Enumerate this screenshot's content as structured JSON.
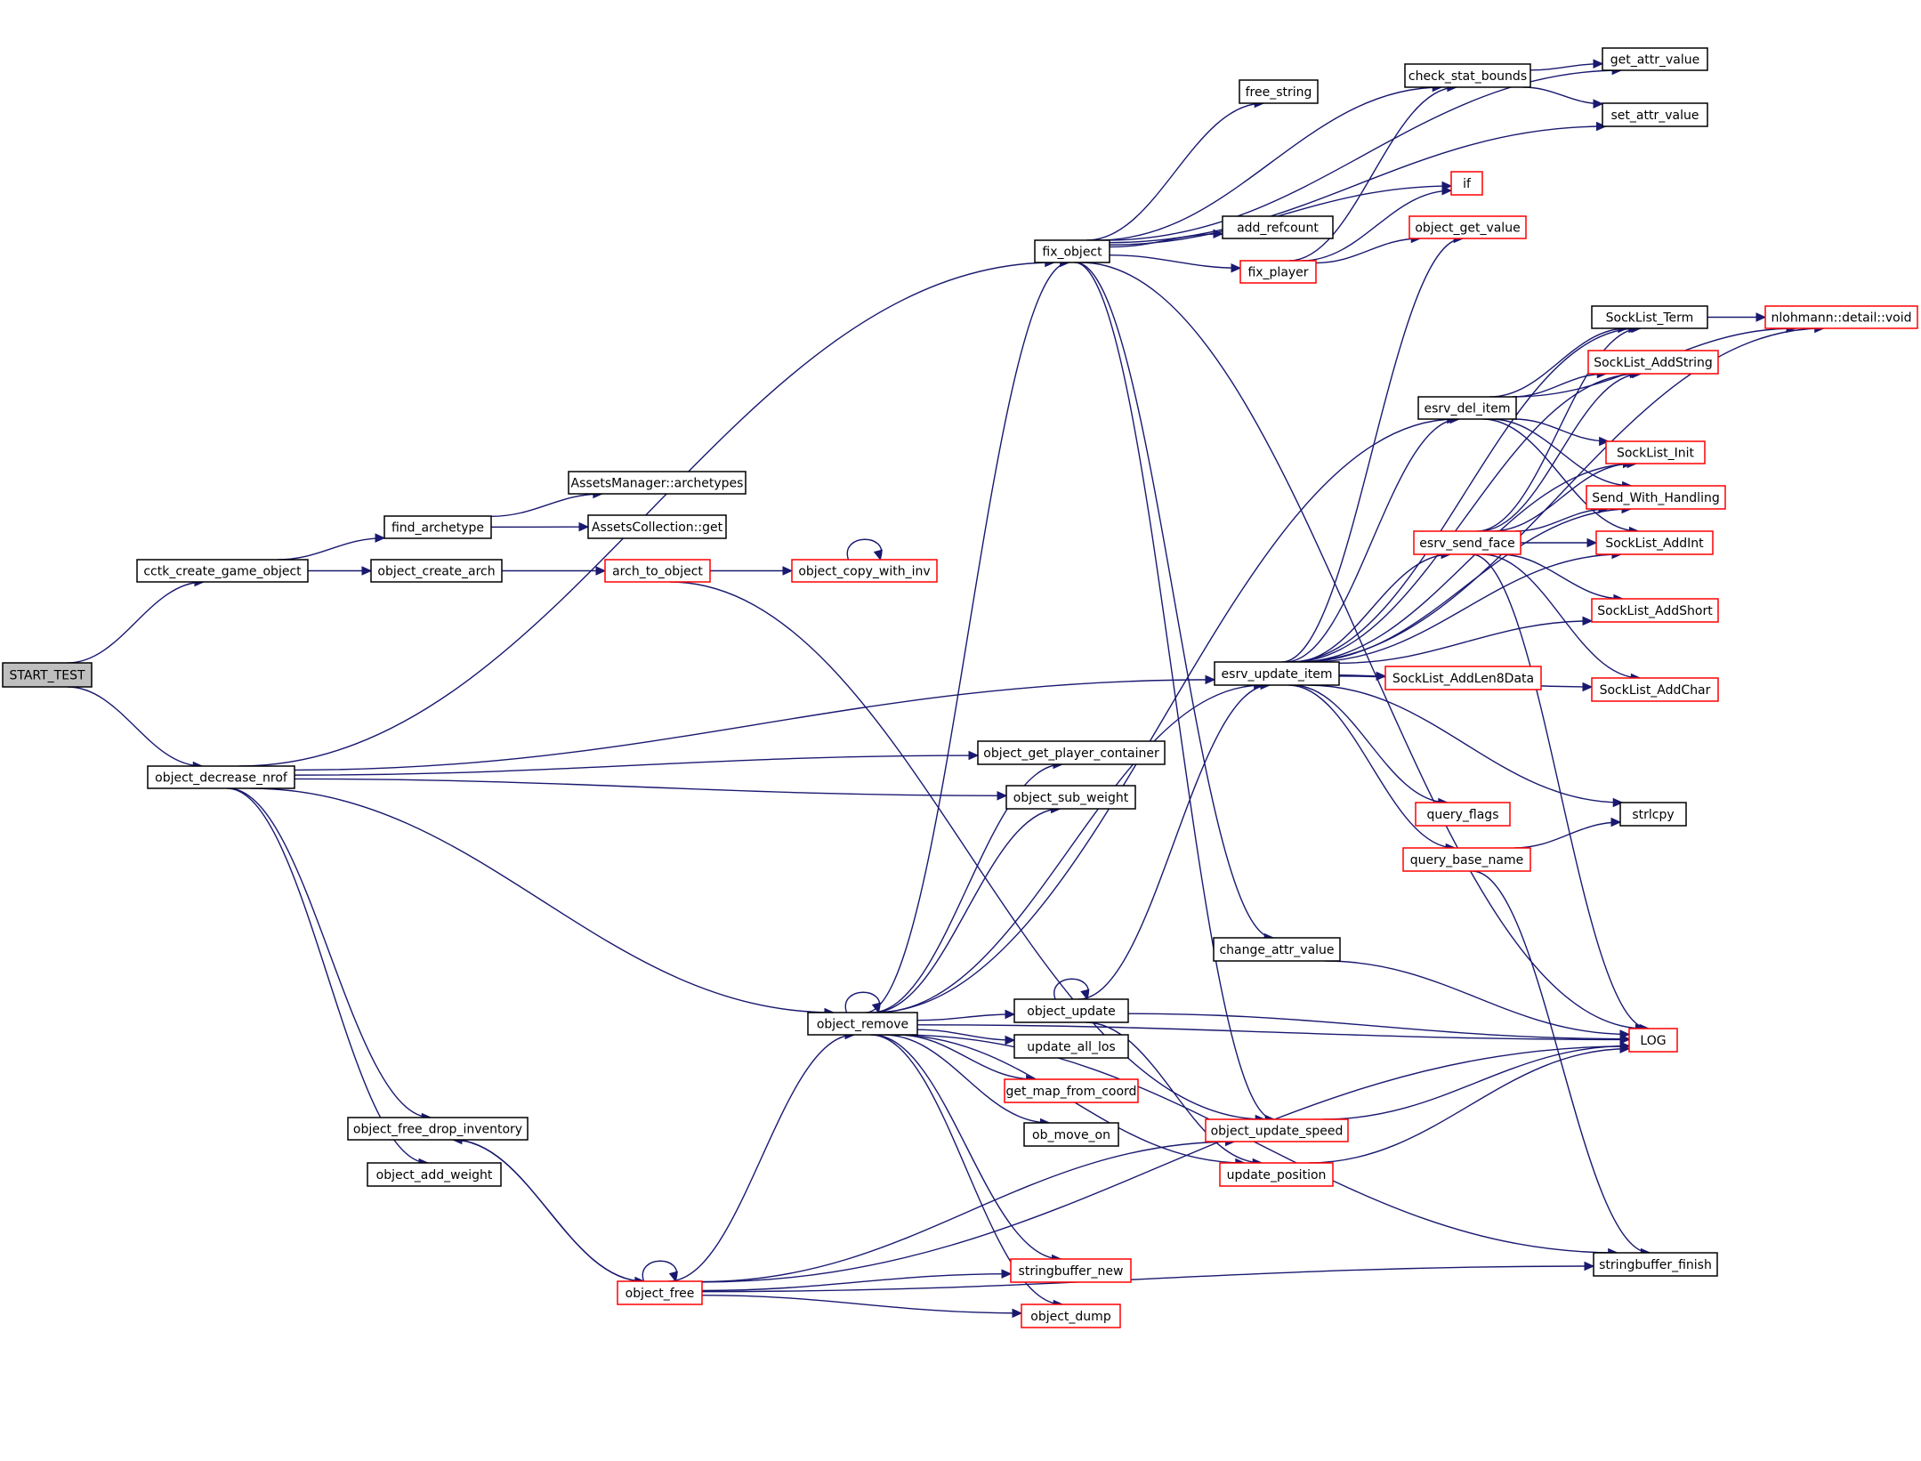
{
  "colors": {
    "edge": "#191970",
    "root_fill": "#bfbfbf",
    "normal_border": "#000000",
    "truncated_border": "#ff0000",
    "text": "#000000"
  },
  "nodes": [
    {
      "id": "start_test",
      "label": "START_TEST",
      "style": "root"
    },
    {
      "id": "cctk_create_game_object",
      "label": "cctk_create_game_object",
      "style": "normal"
    },
    {
      "id": "object_decrease_nrof",
      "label": "object_decrease_nrof",
      "style": "normal"
    },
    {
      "id": "find_archetype",
      "label": "find_archetype",
      "style": "normal"
    },
    {
      "id": "assets_archetypes",
      "label": "AssetsManager::archetypes",
      "style": "normal"
    },
    {
      "id": "assets_get",
      "label": "AssetsCollection::get",
      "style": "normal"
    },
    {
      "id": "object_create_arch",
      "label": "object_create_arch",
      "style": "normal"
    },
    {
      "id": "arch_to_object",
      "label": "arch_to_object",
      "style": "truncated"
    },
    {
      "id": "object_copy_with_inv",
      "label": "object_copy_with_inv",
      "style": "truncated"
    },
    {
      "id": "fix_object",
      "label": "fix_object",
      "style": "normal"
    },
    {
      "id": "free_string",
      "label": "free_string",
      "style": "normal"
    },
    {
      "id": "check_stat_bounds",
      "label": "check_stat_bounds",
      "style": "normal"
    },
    {
      "id": "get_attr_value",
      "label": "get_attr_value",
      "style": "normal"
    },
    {
      "id": "set_attr_value",
      "label": "set_attr_value",
      "style": "normal"
    },
    {
      "id": "if",
      "label": "if",
      "style": "truncated"
    },
    {
      "id": "add_refcount",
      "label": "add_refcount",
      "style": "normal"
    },
    {
      "id": "object_get_value",
      "label": "object_get_value",
      "style": "truncated"
    },
    {
      "id": "fix_player",
      "label": "fix_player",
      "style": "truncated"
    },
    {
      "id": "socklist_term",
      "label": "SockList_Term",
      "style": "normal"
    },
    {
      "id": "nlohmann_void",
      "label": "nlohmann::detail::void",
      "style": "truncated"
    },
    {
      "id": "socklist_addstring",
      "label": "SockList_AddString",
      "style": "truncated"
    },
    {
      "id": "esrv_del_item",
      "label": "esrv_del_item",
      "style": "normal"
    },
    {
      "id": "socklist_init",
      "label": "SockList_Init",
      "style": "truncated"
    },
    {
      "id": "send_with_handling",
      "label": "Send_With_Handling",
      "style": "truncated"
    },
    {
      "id": "esrv_send_face",
      "label": "esrv_send_face",
      "style": "truncated"
    },
    {
      "id": "socklist_addint",
      "label": "SockList_AddInt",
      "style": "truncated"
    },
    {
      "id": "socklist_addshort",
      "label": "SockList_AddShort",
      "style": "truncated"
    },
    {
      "id": "esrv_update_item",
      "label": "esrv_update_item",
      "style": "normal"
    },
    {
      "id": "socklist_addlen8data",
      "label": "SockList_AddLen8Data",
      "style": "truncated"
    },
    {
      "id": "socklist_addchar",
      "label": "SockList_AddChar",
      "style": "truncated"
    },
    {
      "id": "object_get_player_container",
      "label": "object_get_player_container",
      "style": "normal"
    },
    {
      "id": "object_sub_weight",
      "label": "object_sub_weight",
      "style": "normal"
    },
    {
      "id": "query_flags",
      "label": "query_flags",
      "style": "truncated"
    },
    {
      "id": "strlcpy",
      "label": "strlcpy",
      "style": "normal"
    },
    {
      "id": "query_base_name",
      "label": "query_base_name",
      "style": "truncated"
    },
    {
      "id": "change_attr_value",
      "label": "change_attr_value",
      "style": "normal"
    },
    {
      "id": "object_update",
      "label": "object_update",
      "style": "normal"
    },
    {
      "id": "object_remove",
      "label": "object_remove",
      "style": "normal"
    },
    {
      "id": "log",
      "label": "LOG",
      "style": "truncated"
    },
    {
      "id": "update_all_los",
      "label": "update_all_los",
      "style": "normal"
    },
    {
      "id": "get_map_from_coord",
      "label": "get_map_from_coord",
      "style": "truncated"
    },
    {
      "id": "object_free_drop_inventory",
      "label": "object_free_drop_inventory",
      "style": "normal"
    },
    {
      "id": "object_update_speed",
      "label": "object_update_speed",
      "style": "truncated"
    },
    {
      "id": "ob_move_on",
      "label": "ob_move_on",
      "style": "normal"
    },
    {
      "id": "object_add_weight",
      "label": "object_add_weight",
      "style": "normal"
    },
    {
      "id": "update_position",
      "label": "update_position",
      "style": "truncated"
    },
    {
      "id": "stringbuffer_finish",
      "label": "stringbuffer_finish",
      "style": "normal"
    },
    {
      "id": "stringbuffer_new",
      "label": "stringbuffer_new",
      "style": "truncated"
    },
    {
      "id": "object_free",
      "label": "object_free",
      "style": "truncated"
    },
    {
      "id": "object_dump",
      "label": "object_dump",
      "style": "truncated"
    }
  ],
  "edges": [
    [
      "start_test",
      "cctk_create_game_object"
    ],
    [
      "start_test",
      "object_decrease_nrof"
    ],
    [
      "cctk_create_game_object",
      "find_archetype"
    ],
    [
      "cctk_create_game_object",
      "object_create_arch"
    ],
    [
      "find_archetype",
      "assets_archetypes"
    ],
    [
      "find_archetype",
      "assets_get"
    ],
    [
      "object_create_arch",
      "arch_to_object"
    ],
    [
      "arch_to_object",
      "object_copy_with_inv"
    ],
    [
      "arch_to_object",
      "object_update_speed"
    ],
    [
      "object_copy_with_inv",
      "object_copy_with_inv"
    ],
    [
      "object_decrease_nrof",
      "fix_object"
    ],
    [
      "object_decrease_nrof",
      "esrv_update_item"
    ],
    [
      "object_decrease_nrof",
      "object_get_player_container"
    ],
    [
      "object_decrease_nrof",
      "object_sub_weight"
    ],
    [
      "object_decrease_nrof",
      "object_remove"
    ],
    [
      "object_decrease_nrof",
      "object_free_drop_inventory"
    ],
    [
      "object_decrease_nrof",
      "object_add_weight"
    ],
    [
      "fix_object",
      "get_attr_value"
    ],
    [
      "fix_object",
      "check_stat_bounds"
    ],
    [
      "fix_object",
      "free_string"
    ],
    [
      "fix_object",
      "set_attr_value"
    ],
    [
      "fix_object",
      "if"
    ],
    [
      "fix_object",
      "add_refcount"
    ],
    [
      "fix_object",
      "fix_player"
    ],
    [
      "fix_object",
      "change_attr_value"
    ],
    [
      "fix_object",
      "log"
    ],
    [
      "fix_object",
      "object_update_speed"
    ],
    [
      "check_stat_bounds",
      "get_attr_value"
    ],
    [
      "check_stat_bounds",
      "set_attr_value"
    ],
    [
      "fix_player",
      "check_stat_bounds"
    ],
    [
      "fix_player",
      "if"
    ],
    [
      "fix_player",
      "object_get_value"
    ],
    [
      "esrv_update_item",
      "object_get_value"
    ],
    [
      "esrv_update_item",
      "nlohmann_void"
    ],
    [
      "esrv_update_item",
      "socklist_term"
    ],
    [
      "esrv_update_item",
      "socklist_addstring"
    ],
    [
      "esrv_update_item",
      "esrv_del_item"
    ],
    [
      "esrv_update_item",
      "socklist_init"
    ],
    [
      "esrv_update_item",
      "send_with_handling"
    ],
    [
      "esrv_update_item",
      "esrv_send_face"
    ],
    [
      "esrv_update_item",
      "socklist_addint"
    ],
    [
      "esrv_update_item",
      "socklist_addshort"
    ],
    [
      "esrv_update_item",
      "socklist_addlen8data"
    ],
    [
      "esrv_update_item",
      "socklist_addchar"
    ],
    [
      "esrv_update_item",
      "strlcpy"
    ],
    [
      "esrv_update_item",
      "query_flags"
    ],
    [
      "esrv_update_item",
      "query_base_name"
    ],
    [
      "esrv_del_item",
      "socklist_term"
    ],
    [
      "esrv_del_item",
      "nlohmann_void"
    ],
    [
      "esrv_del_item",
      "socklist_addstring"
    ],
    [
      "esrv_del_item",
      "socklist_init"
    ],
    [
      "esrv_del_item",
      "send_with_handling"
    ],
    [
      "esrv_del_item",
      "socklist_addint"
    ],
    [
      "esrv_send_face",
      "socklist_term"
    ],
    [
      "esrv_send_face",
      "socklist_addstring"
    ],
    [
      "esrv_send_face",
      "socklist_init"
    ],
    [
      "esrv_send_face",
      "send_with_handling"
    ],
    [
      "esrv_send_face",
      "socklist_addint"
    ],
    [
      "esrv_send_face",
      "socklist_addshort"
    ],
    [
      "esrv_send_face",
      "socklist_addchar"
    ],
    [
      "esrv_send_face",
      "log"
    ],
    [
      "socklist_term",
      "nlohmann_void"
    ],
    [
      "query_base_name",
      "strlcpy"
    ],
    [
      "query_base_name",
      "stringbuffer_finish"
    ],
    [
      "change_attr_value",
      "log"
    ],
    [
      "object_remove",
      "fix_object"
    ],
    [
      "object_remove",
      "object_get_player_container"
    ],
    [
      "object_remove",
      "object_sub_weight"
    ],
    [
      "object_remove",
      "esrv_del_item"
    ],
    [
      "object_remove",
      "esrv_update_item"
    ],
    [
      "object_remove",
      "object_remove"
    ],
    [
      "object_remove",
      "log"
    ],
    [
      "object_remove",
      "object_update"
    ],
    [
      "object_remove",
      "update_all_los"
    ],
    [
      "object_remove",
      "get_map_from_coord"
    ],
    [
      "object_remove",
      "ob_move_on"
    ],
    [
      "object_remove",
      "update_position"
    ],
    [
      "object_remove",
      "stringbuffer_finish"
    ],
    [
      "object_remove",
      "stringbuffer_new"
    ],
    [
      "object_remove",
      "object_dump"
    ],
    [
      "object_update",
      "object_update"
    ],
    [
      "object_update",
      "esrv_update_item"
    ],
    [
      "object_update",
      "log"
    ],
    [
      "object_update",
      "update_position"
    ],
    [
      "object_update_speed",
      "log"
    ],
    [
      "update_position",
      "log"
    ],
    [
      "object_free_drop_inventory",
      "object_free"
    ],
    [
      "object_free",
      "object_free"
    ],
    [
      "object_free",
      "object_free_drop_inventory"
    ],
    [
      "object_free",
      "object_remove"
    ],
    [
      "object_free",
      "stringbuffer_new"
    ],
    [
      "object_free",
      "object_dump"
    ],
    [
      "object_free",
      "object_update_speed"
    ],
    [
      "object_free",
      "log"
    ],
    [
      "object_free",
      "stringbuffer_finish"
    ]
  ]
}
